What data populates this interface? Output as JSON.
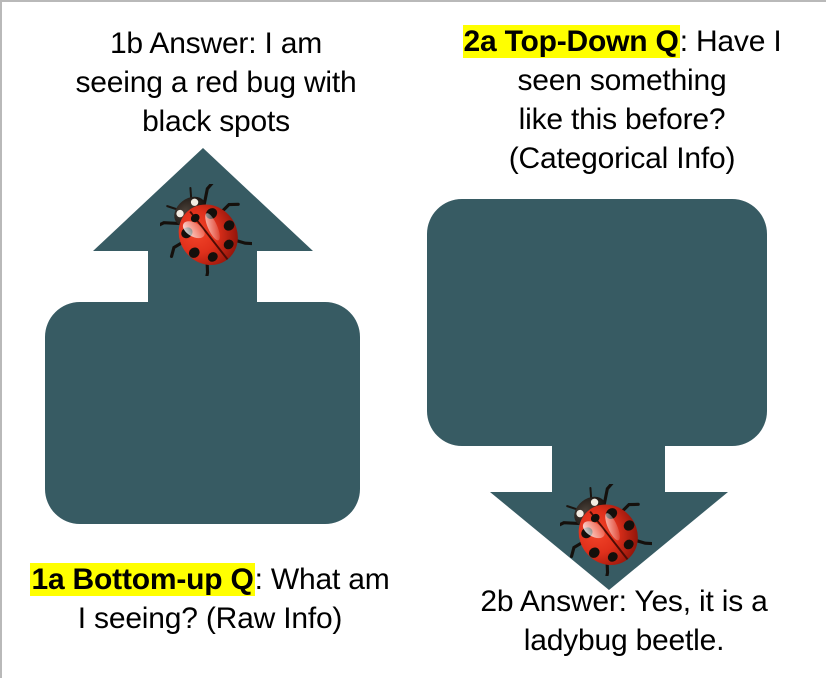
{
  "slide": {
    "background_color": "#ffffff",
    "arrow_color": "#375b63",
    "highlight_color": "#ffff00",
    "text_color": "#000000"
  },
  "captions": {
    "answer_1b": {
      "text": "1b Answer: I am\nseeing a red bug with\nblack spots"
    },
    "question_2a": {
      "highlight": "2a Top-Down Q",
      "rest": ": Have I\nseen something\nlike this before?\n(Categorical Info)"
    },
    "question_1a": {
      "highlight": "1a Bottom-up Q",
      "rest": ": What am\nI seeing? (Raw Info)"
    },
    "answer_2b": {
      "text": "2b Answer: Yes, it is a\nladybug beetle."
    }
  },
  "shapes": {
    "up_arrow_label": "bottom-up arrow",
    "down_arrow_label": "top-down arrow",
    "ladybug_label": "ladybug beetle photo"
  }
}
